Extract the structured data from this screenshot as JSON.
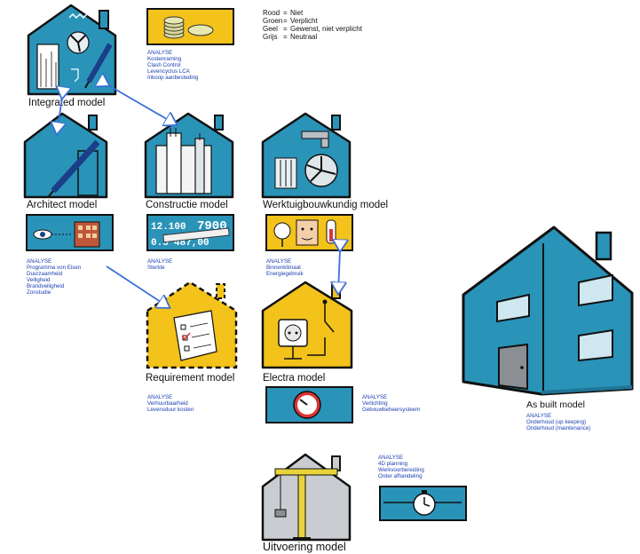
{
  "legend": [
    {
      "key": "Rood",
      "value": "Niet"
    },
    {
      "key": "Groen",
      "value": "Verplicht"
    },
    {
      "key": "Geel",
      "value": "Gewenst, niet verplicht"
    },
    {
      "key": "Grijs",
      "value": "Neutraal"
    }
  ],
  "colors": {
    "blue": "#2a93b8",
    "yellow": "#f3c21b",
    "grey": "#c9cdd1",
    "arrow": "#3a6fd8",
    "analysis_text": "#1a3fb0"
  },
  "models": {
    "integrated": {
      "title": "Integrated model",
      "analysis_header": "ANALYSE",
      "analysis": [
        "Kostenraming",
        "Clash Control",
        "Levencyclus LCA",
        "Inkoop aanbesteding"
      ]
    },
    "architect": {
      "title": "Architect model",
      "analysis_header": "ANALYSE",
      "analysis": [
        "Programma von Eisen",
        "Duurzaamheid",
        "Veiligheid",
        "Brandveiligheid",
        "Zonstudie"
      ]
    },
    "constructie": {
      "title": "Constructie model",
      "analysis_header": "ANALYSE",
      "analysis": [
        "Sterkte"
      ],
      "panel_text": [
        "12.100",
        "7900",
        "0.5",
        "487,00"
      ]
    },
    "werktuig": {
      "title": "Werktuigbouwkundig model",
      "analysis_header": "ANALYSE",
      "analysis": [
        "Binnenklimaat",
        "Energiegebruik"
      ]
    },
    "requirement": {
      "title": "Requirement model",
      "analysis_header": "ANALYSE",
      "analysis": [
        "Verhuurbaarheid",
        "Levensduur kosten"
      ]
    },
    "electra": {
      "title": "Electra model",
      "analysis_header": "ANALYSE",
      "analysis": [
        "Verlichting",
        "Gebouwbeheersysteem"
      ]
    },
    "asbuilt": {
      "title": "As built model",
      "analysis_header": "ANALYSE",
      "analysis": [
        "Onderhoud (up keeping)",
        "Onderhoud (maintenance)"
      ]
    },
    "uitvoering": {
      "title": "Uitvoering model",
      "analysis_header": "ANALYSE",
      "analysis": [
        "4D planning",
        "Werkvoorbereiding",
        "Order afhandeling"
      ]
    }
  }
}
